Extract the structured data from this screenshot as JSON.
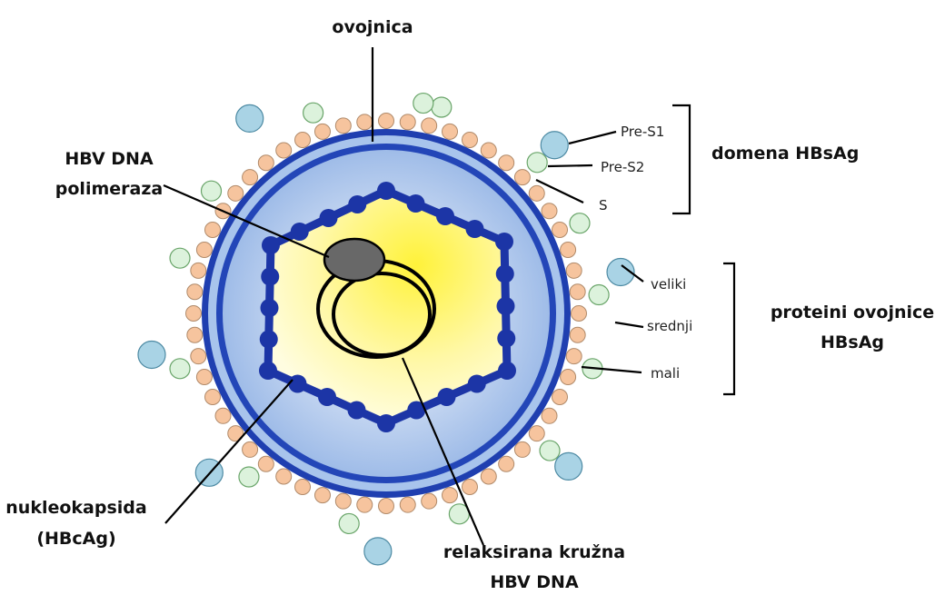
{
  "labels": {
    "ovojnica": "ovojnica",
    "polymerase_line1": "HBV DNA",
    "polymerase_line2": "polimeraza",
    "nucleocapsid_line1": "nukleokapsida",
    "nucleocapsid_line2": "(HBcAg)",
    "dna_line1": "relaksirana kružna",
    "dna_line2": "HBV DNA",
    "pre_s1": "Pre-S1",
    "pre_s2": "Pre-S2",
    "s": "S",
    "domain_hbsag": "domena HBsAg",
    "large": "veliki",
    "medium": "srednji",
    "small": "mali",
    "env_proteins_line1": "proteini ovojnice",
    "env_proteins_line2": "HBsAg"
  },
  "colors": {
    "outer_blue": "#1f3fb0",
    "light_blue": "#a8c4ec",
    "core_blue": "#1c35a6",
    "yellow": "#fff78a",
    "peach": "#f6c49e",
    "large_protein": "#a9d3e5",
    "medium_protein": "#dcf2dc",
    "polymerase": "#6a6a6a"
  }
}
